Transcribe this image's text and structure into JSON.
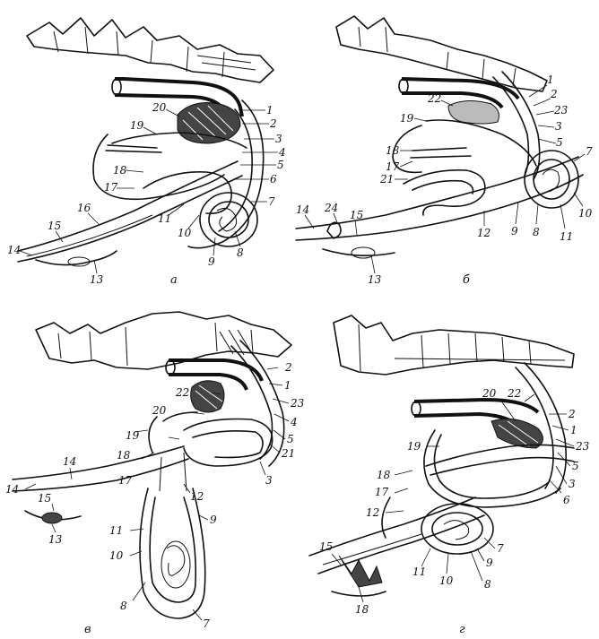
{
  "panels": [
    {
      "id": "a",
      "letter": "а",
      "labels": {
        "1": "1",
        "2": "2",
        "3": "3",
        "4": "4",
        "5": "5",
        "6": "6",
        "7": "7",
        "8": "8",
        "9": "9",
        "10": "10",
        "11": "11",
        "13": "13",
        "14": "14",
        "15": "15",
        "16": "16",
        "17": "17",
        "18": "18",
        "19": "19",
        "20": "20"
      }
    },
    {
      "id": "b",
      "letter": "б",
      "labels": {
        "1": "1",
        "2": "2",
        "23": "23",
        "3": "3",
        "5": "5",
        "7": "7",
        "10": "10",
        "11": "11",
        "8": "8",
        "9": "9",
        "12": "12",
        "13": "13",
        "14": "14",
        "24": "24",
        "15": "15",
        "21": "21",
        "17": "17",
        "18": "18",
        "19": "19",
        "22": "22"
      }
    },
    {
      "id": "c",
      "letter": "в",
      "labels": {
        "2": "2",
        "1": "1",
        "23": "23",
        "4": "4",
        "5": "5",
        "21": "21",
        "3": "3",
        "22": "22",
        "20": "20",
        "19": "19",
        "18": "18",
        "17": "17",
        "12": "12",
        "9": "9",
        "11": "11",
        "10": "10",
        "8": "8",
        "7": "7",
        "14a": "14",
        "14b": "14",
        "15": "15",
        "13": "13"
      }
    },
    {
      "id": "d",
      "letter": "г",
      "labels": {
        "20": "20",
        "22": "22",
        "2": "2",
        "1": "1",
        "23": "23",
        "5": "5",
        "3": "3",
        "6": "6",
        "19": "19",
        "18a": "18",
        "17": "17",
        "12": "12",
        "7": "7",
        "9": "9",
        "8": "8",
        "10": "10",
        "11": "11",
        "15": "15",
        "18b": "18"
      }
    }
  ]
}
